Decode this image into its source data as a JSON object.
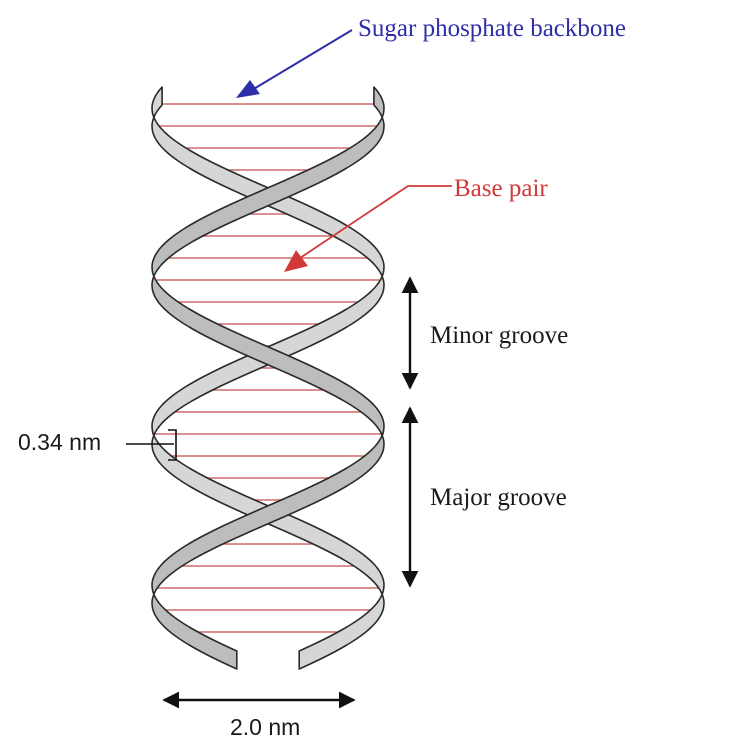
{
  "labels": {
    "backbone": "Sugar phosphate backbone",
    "base_pair": "Base pair",
    "minor_groove": "Minor groove",
    "major_groove": "Major groove",
    "rise": "0.34 nm",
    "width": "2.0 nm"
  },
  "colors": {
    "backbone_label": "#2e2ea8",
    "base_pair_label": "#d23a3a",
    "base_pair_rungs": "#cf6c6c",
    "strand_fill": "#bdbdbd",
    "strand_fill_back": "#d6d6d6",
    "strand_outline": "#2a2a2a",
    "text": "#1a1a1a"
  }
}
